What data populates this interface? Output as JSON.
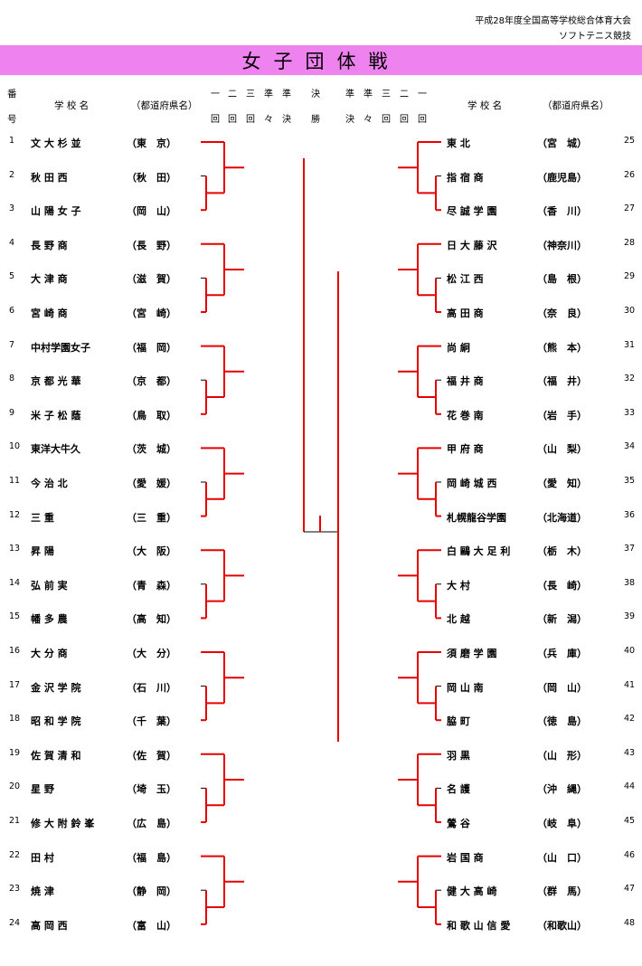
{
  "header": {
    "line1": "平成28年度全国高等学校総合体育大会",
    "line2": "ソフトテニス競技",
    "title": "女子団体戦"
  },
  "columns": {
    "number_top": "番",
    "number_bottom": "号",
    "school": "学 校 名",
    "prefecture": "（都道府県名）",
    "round_tops_left": [
      "一",
      "二",
      "三",
      "準",
      "準"
    ],
    "round_bottoms_left": [
      "回",
      "回",
      "回",
      "々",
      "決"
    ],
    "final_top": "決",
    "final_bottom": "勝",
    "round_tops_right": [
      "準",
      "準",
      "三",
      "二",
      "一"
    ],
    "round_bottoms_right": [
      "決",
      "々",
      "回",
      "回",
      "回"
    ]
  },
  "left_teams": [
    {
      "no": "1",
      "name": "文 大 杉 並",
      "pref": "東　京"
    },
    {
      "no": "2",
      "name": "秋 田 西",
      "pref": "秋　田"
    },
    {
      "no": "3",
      "name": "山 陽 女 子",
      "pref": "岡　山"
    },
    {
      "no": "4",
      "name": "長 野 商",
      "pref": "長　野"
    },
    {
      "no": "5",
      "name": "大 津 商",
      "pref": "滋　賀"
    },
    {
      "no": "6",
      "name": "宮 崎 商",
      "pref": "宮　崎"
    },
    {
      "no": "7",
      "name": "中村学園女子",
      "pref": "福　岡"
    },
    {
      "no": "8",
      "name": "京 都 光 華",
      "pref": "京　都"
    },
    {
      "no": "9",
      "name": "米 子 松 蔭",
      "pref": "鳥　取"
    },
    {
      "no": "10",
      "name": "東洋大牛久",
      "pref": "茨　城"
    },
    {
      "no": "11",
      "name": "今 治 北",
      "pref": "愛　媛"
    },
    {
      "no": "12",
      "name": "三 重",
      "pref": "三　重"
    },
    {
      "no": "13",
      "name": "昇 陽",
      "pref": "大　阪"
    },
    {
      "no": "14",
      "name": "弘 前 実",
      "pref": "青　森"
    },
    {
      "no": "15",
      "name": "幡 多 農",
      "pref": "高　知"
    },
    {
      "no": "16",
      "name": "大 分 商",
      "pref": "大　分"
    },
    {
      "no": "17",
      "name": "金 沢 学 院",
      "pref": "石　川"
    },
    {
      "no": "18",
      "name": "昭 和 学 院",
      "pref": "千　葉"
    },
    {
      "no": "19",
      "name": "佐 賀 清 和",
      "pref": "佐　賀"
    },
    {
      "no": "20",
      "name": "星 野",
      "pref": "埼　玉"
    },
    {
      "no": "21",
      "name": "修 大 附 鈴 峯",
      "pref": "広　島"
    },
    {
      "no": "22",
      "name": "田 村",
      "pref": "福　島"
    },
    {
      "no": "23",
      "name": "焼 津",
      "pref": "静　岡"
    },
    {
      "no": "24",
      "name": "高 岡 西",
      "pref": "富　山"
    }
  ],
  "right_teams": [
    {
      "no": "25",
      "name": "東 北",
      "pref": "宮　城"
    },
    {
      "no": "26",
      "name": "指 宿 商",
      "pref": "鹿児島"
    },
    {
      "no": "27",
      "name": "尽 誠 学 園",
      "pref": "香　川"
    },
    {
      "no": "28",
      "name": "日 大 藤 沢",
      "pref": "神奈川"
    },
    {
      "no": "29",
      "name": "松 江 西",
      "pref": "島　根"
    },
    {
      "no": "30",
      "name": "高 田 商",
      "pref": "奈　良"
    },
    {
      "no": "31",
      "name": "尚 絅",
      "pref": "熊　本"
    },
    {
      "no": "32",
      "name": "福 井 商",
      "pref": "福　井"
    },
    {
      "no": "33",
      "name": "花 巻 南",
      "pref": "岩　手"
    },
    {
      "no": "34",
      "name": "甲 府 商",
      "pref": "山　梨"
    },
    {
      "no": "35",
      "name": "岡 崎 城 西",
      "pref": "愛　知"
    },
    {
      "no": "36",
      "name": "札幌龍谷学園",
      "pref": "北海道"
    },
    {
      "no": "37",
      "name": "白 鷗 大 足 利",
      "pref": "栃　木"
    },
    {
      "no": "38",
      "name": "大 村",
      "pref": "長　崎"
    },
    {
      "no": "39",
      "name": "北 越",
      "pref": "新　潟"
    },
    {
      "no": "40",
      "name": "須 磨 学 園",
      "pref": "兵　庫"
    },
    {
      "no": "41",
      "name": "岡 山 南",
      "pref": "岡　山"
    },
    {
      "no": "42",
      "name": "脇 町",
      "pref": "徳　島"
    },
    {
      "no": "43",
      "name": "羽 黒",
      "pref": "山　形"
    },
    {
      "no": "44",
      "name": "名 護",
      "pref": "沖　縄"
    },
    {
      "no": "45",
      "name": "鶯 谷",
      "pref": "岐　阜"
    },
    {
      "no": "46",
      "name": "岩 国 商",
      "pref": "山　口"
    },
    {
      "no": "47",
      "name": "健 大 高 崎",
      "pref": "群　馬"
    },
    {
      "no": "48",
      "name": "和 歌 山 信 愛",
      "pref": "和歌山"
    }
  ],
  "colors": {
    "win_line": "#e60000",
    "lose_line": "#000000",
    "title_band": "#ee82ee"
  }
}
